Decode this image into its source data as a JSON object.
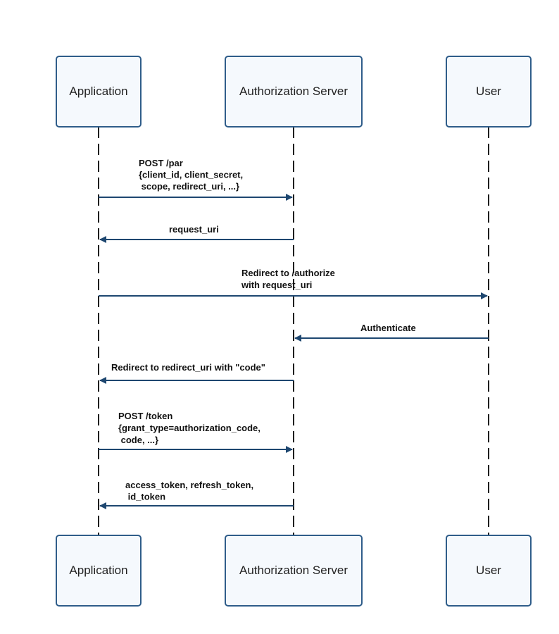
{
  "colors": {
    "box_fill": "#f5f9fd",
    "box_border": "#2f5d8a",
    "arrow": "#1e4770",
    "lifeline": "#1f1f1f"
  },
  "actors": [
    {
      "label": "Application"
    },
    {
      "label": "Authorization Server"
    },
    {
      "label": "User"
    }
  ],
  "messages": [
    {
      "from": "Application",
      "to": "Authorization Server",
      "lines": [
        "POST /par",
        "{client_id, client_secret,",
        " scope, redirect_uri, ...}"
      ]
    },
    {
      "from": "Authorization Server",
      "to": "Application",
      "lines": [
        "request_uri"
      ]
    },
    {
      "from": "Application",
      "to": "User",
      "lines": [
        "Redirect to /authorize",
        "with request_uri"
      ]
    },
    {
      "from": "User",
      "to": "Authorization Server",
      "lines": [
        "Authenticate"
      ]
    },
    {
      "from": "Authorization Server",
      "to": "Application",
      "lines": [
        "Redirect to redirect_uri with \"code\""
      ]
    },
    {
      "from": "Application",
      "to": "Authorization Server",
      "lines": [
        "POST /token",
        "{grant_type=authorization_code,",
        " code, ...}"
      ]
    },
    {
      "from": "Authorization Server",
      "to": "Application",
      "lines": [
        "access_token, refresh_token,",
        " id_token"
      ]
    }
  ]
}
